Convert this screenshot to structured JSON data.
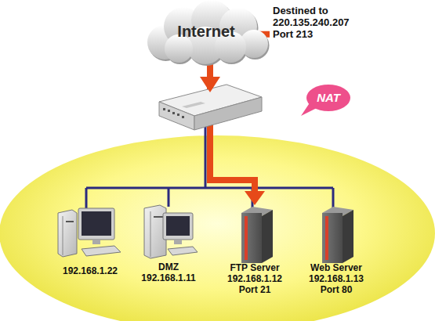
{
  "diagram": {
    "nodes": [
      {
        "text": [
          "Internet"
        ]
      },
      {
        "text": [
          "NAT"
        ]
      },
      {
        "text": [
          "192.168.1.22"
        ]
      },
      {
        "text": [
          "DMZ",
          "192.168.1.11"
        ]
      },
      {
        "text": [
          "FTP Server",
          "192.168.1.12",
          "Port 21"
        ]
      },
      {
        "text": [
          "Web Server",
          "192.168.1.13",
          "Port 80"
        ]
      }
    ],
    "edges": [
      {
        "from": 0,
        "to": 4,
        "arrow": "to"
      }
    ],
    "labels": [
      "Destined to 220.135.240.207 Port 213"
    ]
  }
}
